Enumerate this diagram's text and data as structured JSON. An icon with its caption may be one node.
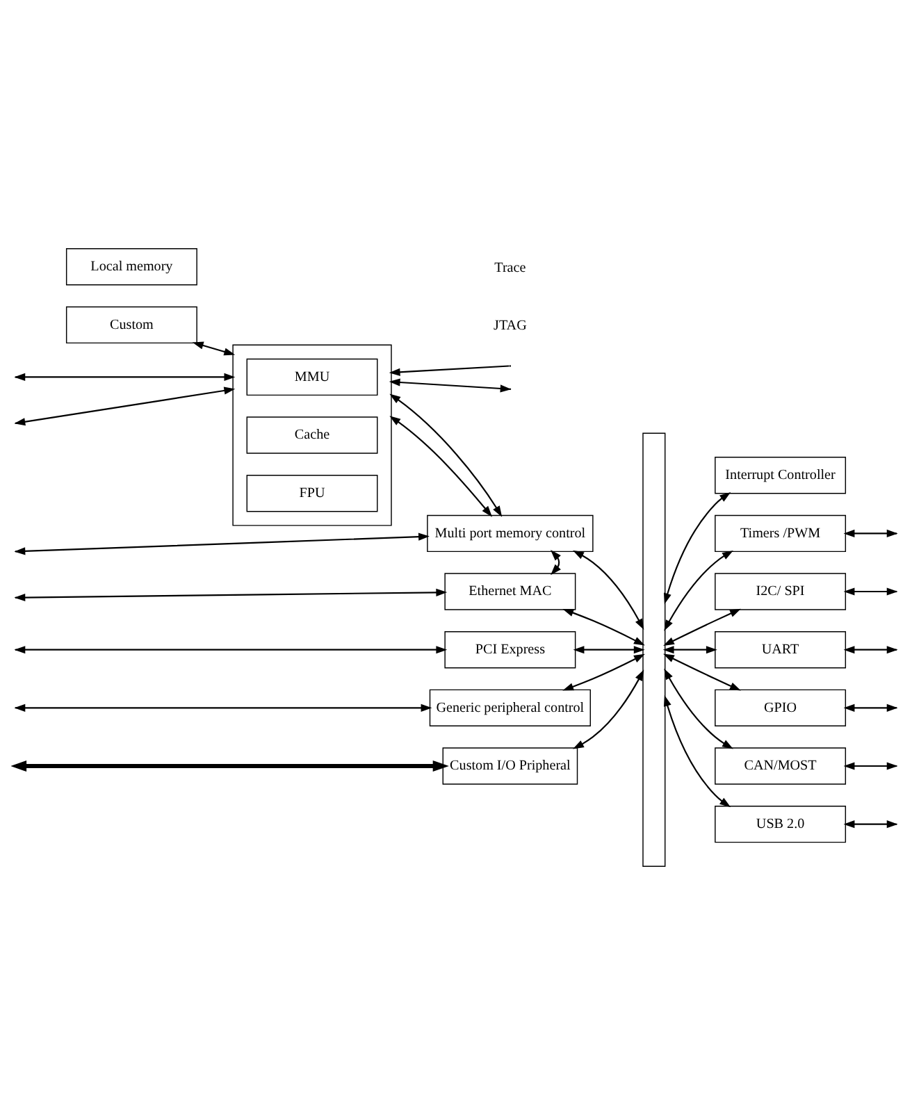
{
  "diagram": {
    "nodes": [
      {
        "text": [
          "Local memory"
        ]
      },
      {
        "text": [
          "Custom"
        ]
      },
      {
        "text": [],
        "shape": "box"
      },
      {
        "text": [
          "MMU"
        ],
        "in": 2
      },
      {
        "text": [
          "Cache"
        ],
        "in": 2
      },
      {
        "text": [
          "FPU"
        ],
        "in": 2
      },
      {
        "text": [
          "Multi port memory control"
        ]
      },
      {
        "text": [
          "Interrupt Controller"
        ]
      },
      {
        "text": [
          "Timers /PWM"
        ]
      },
      {
        "text": [
          "Ethernet MAC"
        ]
      },
      {
        "text": [
          "I2C/ SPI"
        ]
      },
      {
        "text": [
          "UART"
        ]
      },
      {
        "text": [
          "PCI Express"
        ]
      },
      {
        "text": [
          "GPIO"
        ]
      },
      {
        "text": [
          "Generic peripheral control"
        ]
      },
      {
        "text": [
          "CAN/MOST"
        ]
      },
      {
        "text": [
          "Custom I/O Pripheral"
        ]
      },
      {
        "text": [
          "USB 2.0"
        ]
      },
      {
        "text": [],
        "shape": "bar"
      }
    ],
    "edges": [
      {
        "from": null,
        "to": 2,
        "arrow": "both"
      },
      {
        "from": null,
        "to": 2,
        "arrow": "both"
      },
      {
        "from": 1,
        "to": 2,
        "arrow": "both"
      },
      {
        "from": null,
        "to": 2,
        "arrow": "to"
      },
      {
        "from": 2,
        "to": null,
        "arrow": "both"
      },
      {
        "from": 2,
        "to": 6,
        "arrow": "both"
      },
      {
        "from": 2,
        "to": 6,
        "arrow": "both"
      },
      {
        "from": null,
        "to": 6,
        "arrow": "both"
      },
      {
        "from": 6,
        "to": 18,
        "arrow": "both"
      },
      {
        "from": 6,
        "to": 9,
        "arrow": "both"
      },
      {
        "from": 18,
        "to": 7,
        "arrow": "both"
      },
      {
        "from": 18,
        "to": 8,
        "arrow": "both"
      },
      {
        "from": 8,
        "to": null,
        "arrow": "both"
      },
      {
        "from": null,
        "to": 9,
        "arrow": "both"
      },
      {
        "from": 9,
        "to": 18,
        "arrow": "both"
      },
      {
        "from": 18,
        "to": 10,
        "arrow": "both"
      },
      {
        "from": 10,
        "to": null,
        "arrow": "both"
      },
      {
        "from": 18,
        "to": 11,
        "arrow": "both"
      },
      {
        "from": 11,
        "to": null,
        "arrow": "both"
      },
      {
        "from": null,
        "to": 12,
        "arrow": "both"
      },
      {
        "from": 12,
        "to": 18,
        "arrow": "both"
      },
      {
        "from": 18,
        "to": 13,
        "arrow": "both"
      },
      {
        "from": 13,
        "to": null,
        "arrow": "both"
      },
      {
        "from": null,
        "to": 14,
        "arrow": "both"
      },
      {
        "from": 14,
        "to": 18,
        "arrow": "both"
      },
      {
        "from": 18,
        "to": 15,
        "arrow": "both"
      },
      {
        "from": 15,
        "to": null,
        "arrow": "both"
      },
      {
        "from": null,
        "to": 16,
        "arrow": "both",
        "style": "thick"
      },
      {
        "from": 16,
        "to": 18,
        "arrow": "both"
      },
      {
        "from": 18,
        "to": 17,
        "arrow": "both"
      },
      {
        "from": 17,
        "to": null,
        "arrow": "both"
      }
    ],
    "labels": [
      "JTAG",
      "Trace"
    ]
  }
}
